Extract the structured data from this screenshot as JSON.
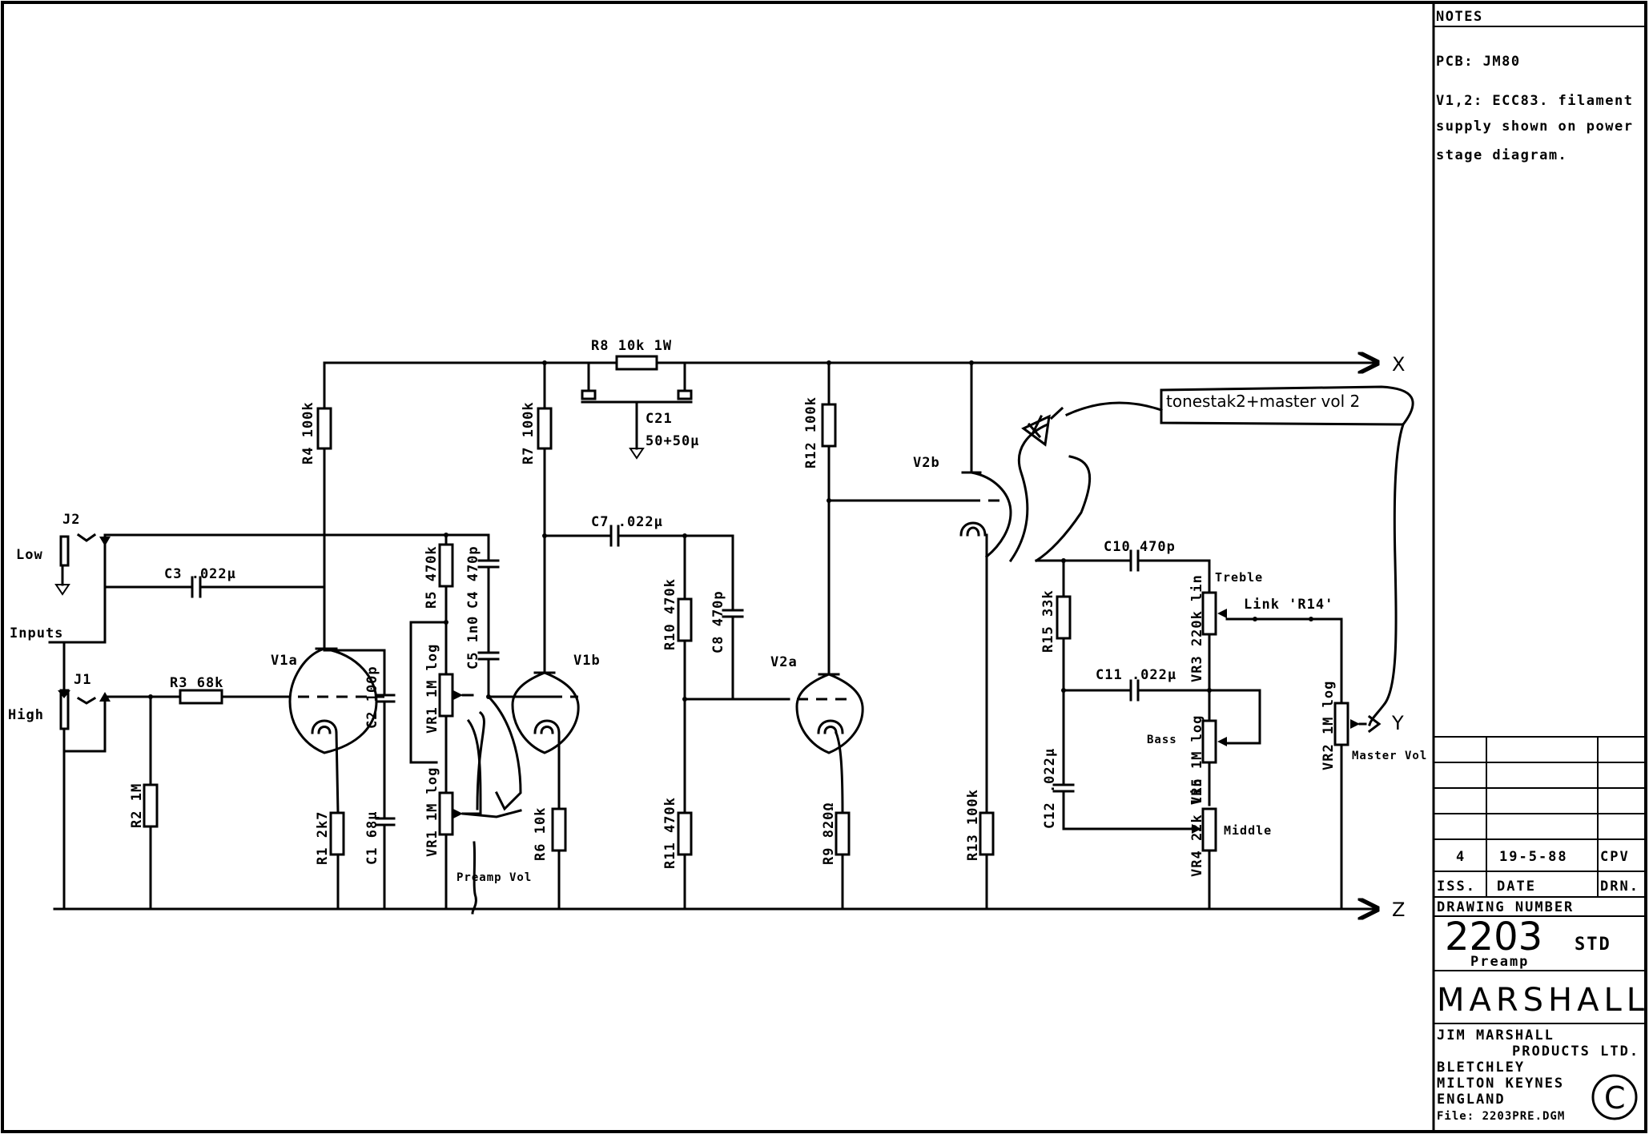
{
  "notes": {
    "heading": "NOTES",
    "pcb": "PCB: JM80",
    "line1": "V1,2: ECC83. filament",
    "line2": "supply shown on power",
    "line3": "stage diagram."
  },
  "revision": {
    "issue": "4",
    "date": "19-5-88",
    "drawn": "CPV",
    "issue_header": "ISS.",
    "date_header": "DATE",
    "drawn_header": "DRN."
  },
  "title_block": {
    "drawing_number_label": "DRAWING NUMBER",
    "drawing_number": "2203",
    "suffix": "STD",
    "subtitle": "Preamp",
    "brand": "MARSHALL",
    "company1": "JIM MARSHALL",
    "company2": "PRODUCTS LTD.",
    "addr1": "BLETCHLEY",
    "addr2": "MILTON KEYNES",
    "addr3": "ENGLAND",
    "file": "File: 2203PRE.DGM",
    "copyright": "C"
  },
  "rails": {
    "x": "X",
    "y": "Y",
    "z": "Z"
  },
  "annotation": "tonestak2+master vol 2",
  "labels": {
    "j2": "J2",
    "j1": "J1",
    "low": "Low",
    "inputs": "Inputs",
    "high": "High",
    "c3": "C3 .022µ",
    "r3": "R3 68k",
    "r2": "R2 1M",
    "v1a": "V1a",
    "r4": "R4 100k",
    "c2": "C2 100p",
    "r1": "R1 2k7",
    "c1": "C1 68µ",
    "r5": "R5 470k",
    "c4": "C4 470p",
    "c5": "C5 1n0",
    "vr1a": "VR1 1M log",
    "vr1b": "VR1 1M log",
    "preamp_vol": "Preamp Vol",
    "r7": "R7 100k",
    "r8": "R8 10k 1W",
    "c21": "C21",
    "c21v": "50+50µ",
    "v1b": "V1b",
    "r6": "R6 10k",
    "c7": "C7 .022µ",
    "r10": "R10 470k",
    "c8": "C8 470p",
    "r11": "R11 470k",
    "r12": "R12 100k",
    "v2a": "V2a",
    "r9": "R9 820Ω",
    "v2b": "V2b",
    "r13": "R13 100k",
    "c10": "C10 470p",
    "treble": "Treble",
    "link": "Link 'R14'",
    "r15": "R15 33k",
    "vr3": "VR3 220k lin",
    "c11": "C11 .022µ",
    "bass": "Bass",
    "vr5": "VR5 1M log",
    "c12": "C12 .022µ",
    "vr4": "VR4 22k lin",
    "middle": "Middle",
    "vr2": "VR2 1M log",
    "master_vol": "Master Vol"
  }
}
